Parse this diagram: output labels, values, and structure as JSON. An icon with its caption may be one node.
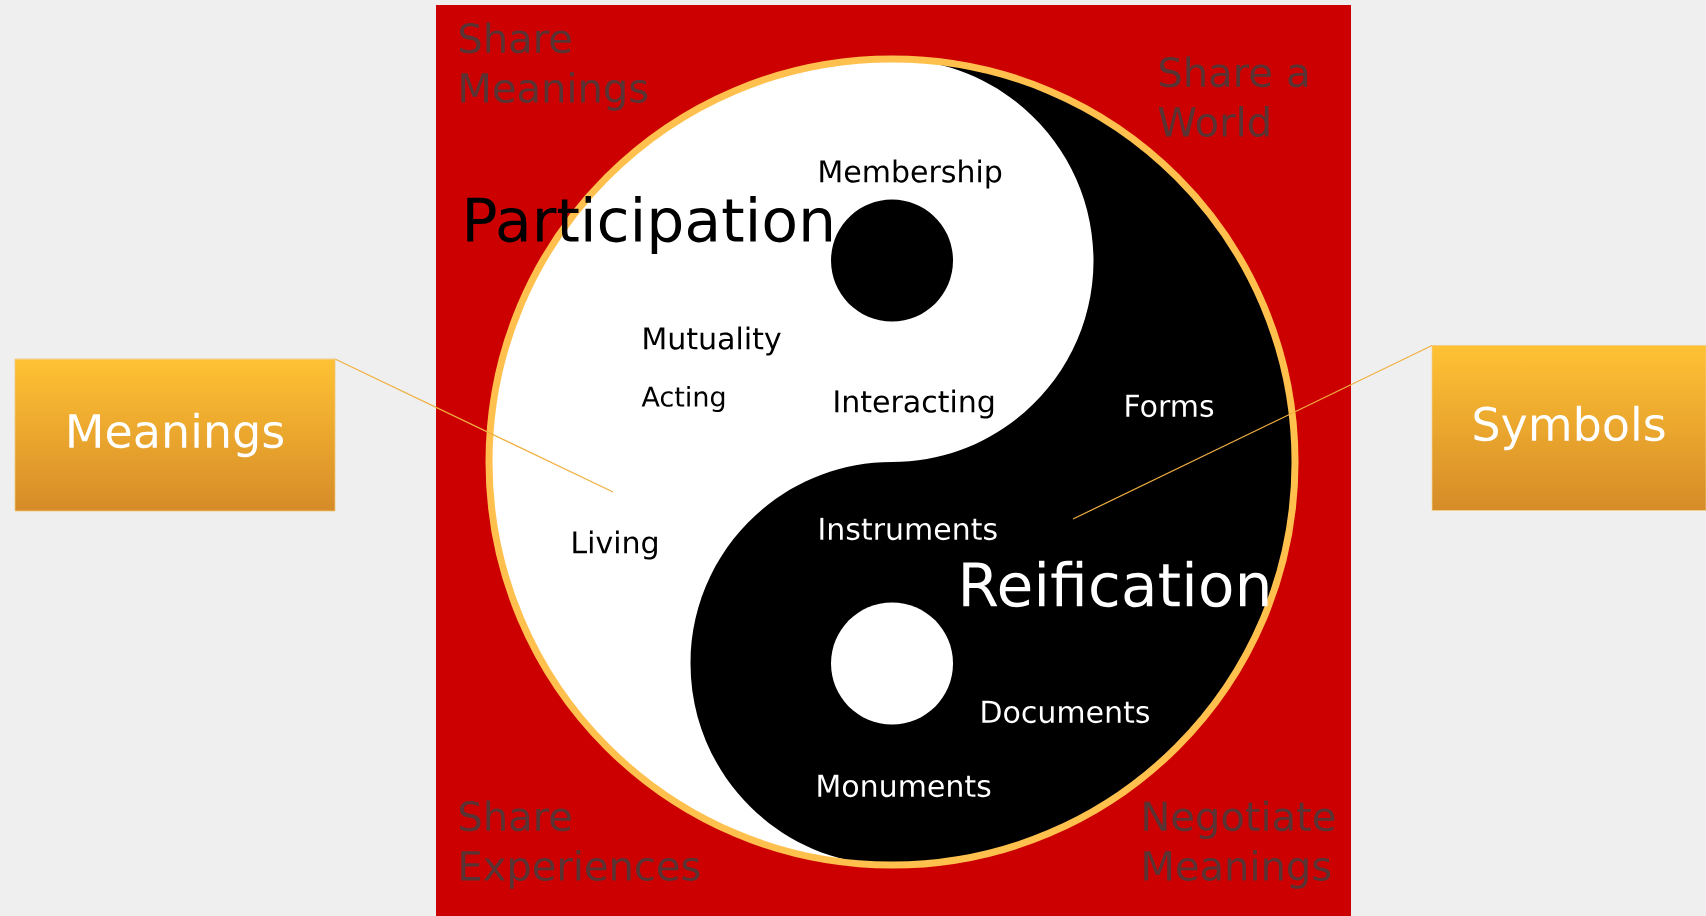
{
  "diagram": {
    "nodes": [
      {
        "text": [
          "Meanings"
        ]
      },
      {
        "text": [
          "Symbols"
        ]
      }
    ],
    "edges": [
      {
        "from": 0,
        "to": null,
        "arrow": "none"
      },
      {
        "from": 1,
        "to": null,
        "arrow": "none"
      }
    ],
    "labels": [
      "Share Meanings",
      "Share a World",
      "Membership",
      "Participation",
      "Mutuality",
      "Acting",
      "Interacting",
      "Forms",
      "Living",
      "Instruments",
      "Reification",
      "Documents",
      "Monuments",
      "Share Experiences",
      "Negotiate Meanings"
    ]
  }
}
